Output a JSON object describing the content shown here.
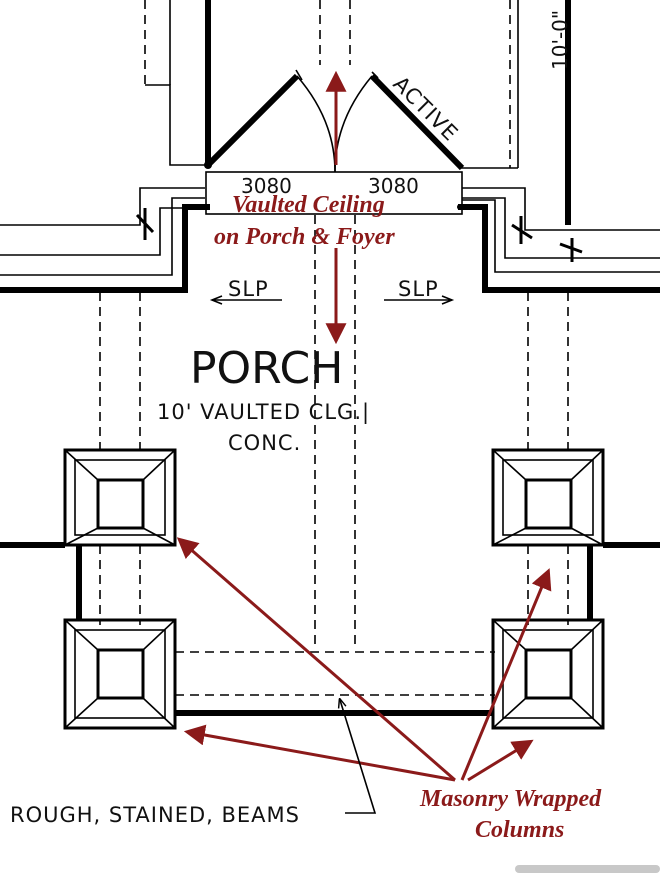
{
  "room": {
    "name": "PORCH",
    "ceiling": "10' VAULTED CLG.|",
    "floor": "CONC."
  },
  "doors": {
    "left_size": "3080",
    "right_size": "3080",
    "active_label": "ACTIVE"
  },
  "slope": {
    "left": "SLP",
    "right": "SLP"
  },
  "dimension": "10'-0\"",
  "beams_label": "ROUGH, STAINED, BEAMS",
  "annotations": {
    "vaulted_line1": "Vaulted Ceiling",
    "vaulted_line2": "on Porch & Foyer",
    "masonry_line1": "Masonry Wrapped",
    "masonry_line2": "Columns"
  },
  "colors": {
    "annotation": "#8b1a1a",
    "line": "#000000"
  }
}
